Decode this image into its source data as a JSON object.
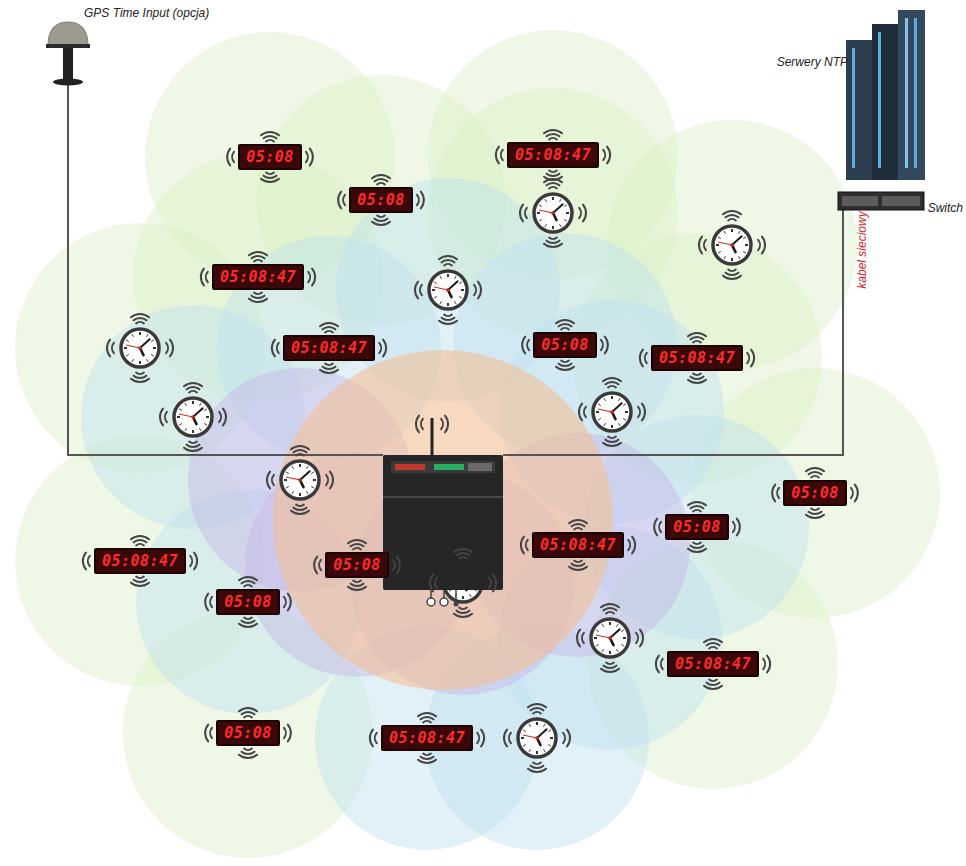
{
  "diagram": {
    "nodes": [
      {
        "text": [
          "05:08:47"
        ]
      },
      {
        "text": [
          "05:08"
        ]
      },
      {
        "text": [
          "05:08"
        ]
      },
      {
        "text": [
          "05:08:47"
        ]
      },
      {
        "text": [
          "05:08"
        ]
      },
      {
        "text": [
          "05:08:47"
        ]
      },
      {
        "text": [
          "05:08:47"
        ]
      },
      {
        "text": [
          "05:08"
        ]
      },
      {
        "text": [
          "05:08"
        ]
      },
      {
        "text": [
          "05:08:47"
        ]
      },
      {
        "text": [
          "05:08:47"
        ]
      },
      {
        "text": [
          "05:08"
        ]
      },
      {
        "text": [
          "05:08"
        ]
      },
      {
        "text": [
          "05:08:47"
        ]
      },
      {
        "text": [
          "05:08"
        ]
      },
      {
        "text": [
          "05:08:47"
        ]
      }
    ],
    "labels": [
      "GPS Time Input (opcja)",
      "Serwery NTP",
      "Switch",
      "kabel sieciowy"
    ]
  }
}
